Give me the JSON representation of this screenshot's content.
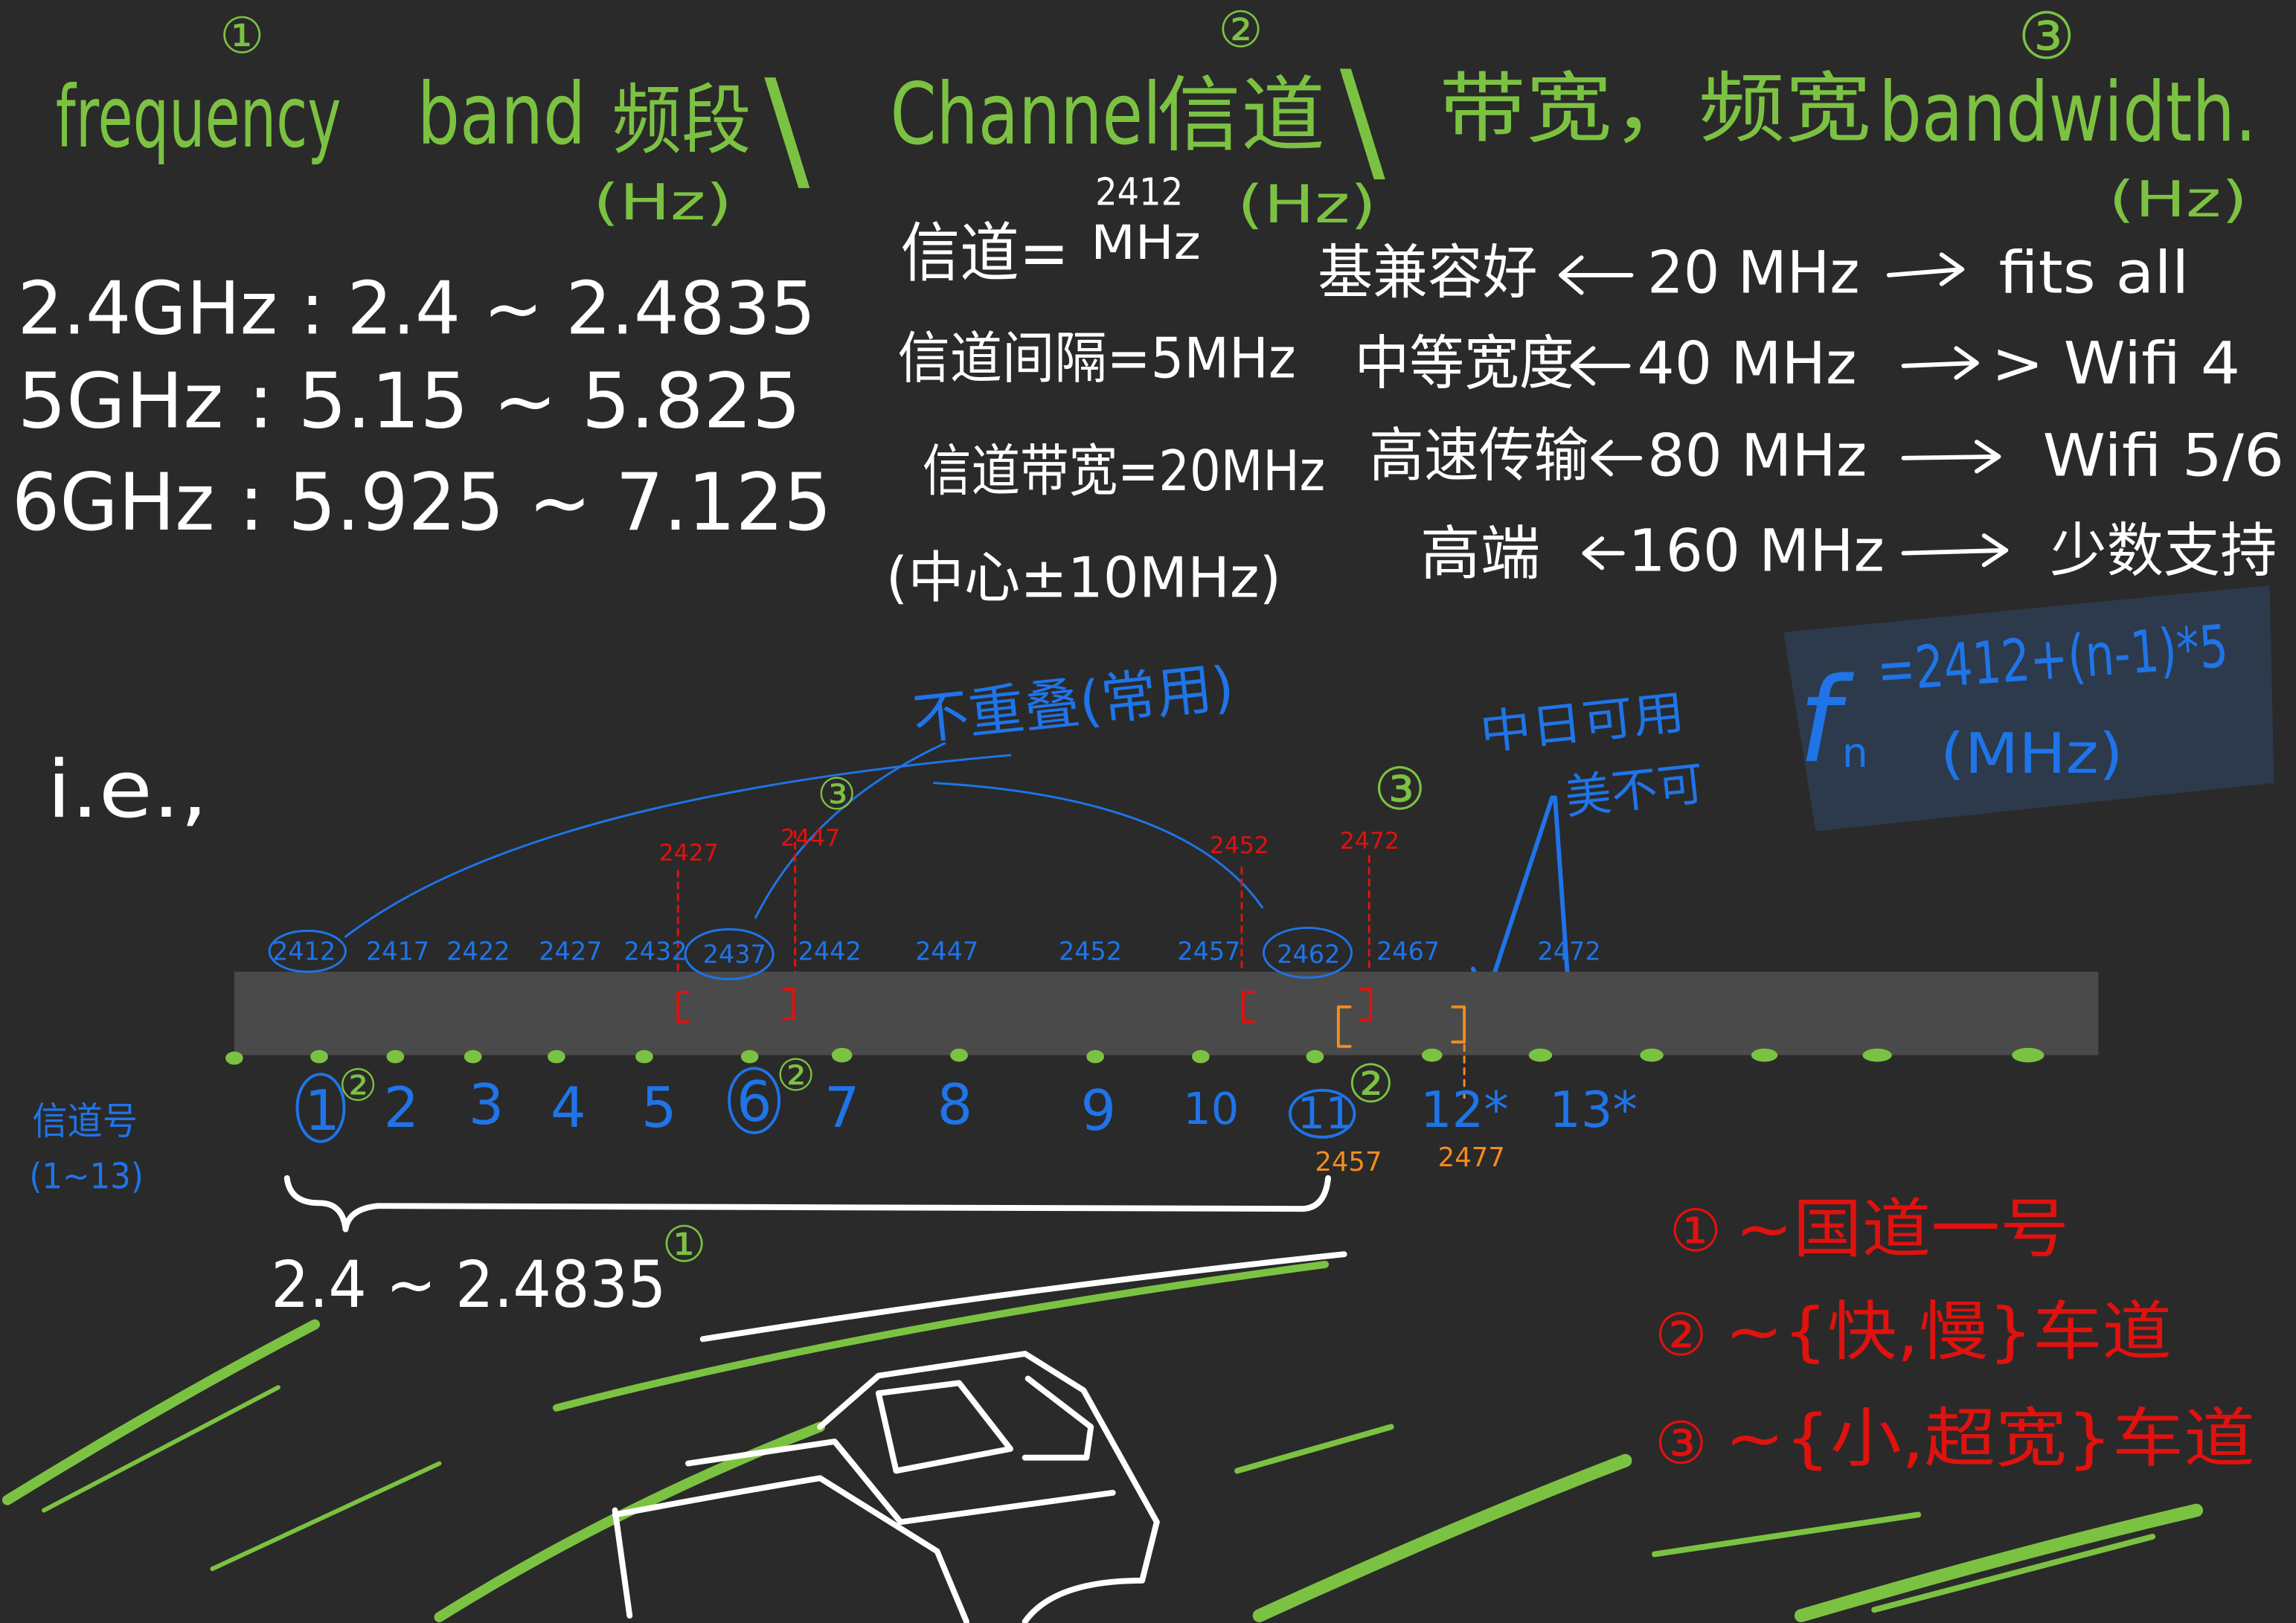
{
  "colors": {
    "background": "#2a2a2a",
    "green": "#7cc242",
    "white": "#ffffff",
    "blue": "#1f74e8",
    "red": "#e0120e",
    "orange": "#f28c1e",
    "band": "#4a4a4a",
    "formula_box": "#2d3a4b"
  },
  "title": {
    "marker_1": "①",
    "frequency": "frequency",
    "band": "band",
    "band_cn": "频段",
    "band_unit": "(Hz)",
    "sep_1": "\\",
    "channel": "Channel",
    "channel_cn": "信道",
    "marker_2": "②",
    "channel_unit": "(Hz)",
    "sep_2": "\\",
    "bandwidth_cn": "带宽，频宽",
    "bandwidth": "bandwidth.",
    "marker_3": "③",
    "bandwidth_unit": "(Hz)"
  },
  "bands": [
    "2.4GHz : 2.4 ~ 2.4835",
    "5GHz : 5.15 ~ 5.825",
    "6GHz : 5.925 ~ 7.125"
  ],
  "channel_notes": {
    "channel_label": "信道=",
    "channel_value": "2412",
    "channel_unit": "MHz",
    "spacing": "信道间隔=5MHz",
    "width": "信道带宽=20MHz",
    "center": "(中心±10MHz)"
  },
  "bandwidth_rows": [
    {
      "desc": "基兼容好",
      "width": "20 MHz",
      "use": "fits all"
    },
    {
      "desc": "中等宽度",
      "width": "40 MHz",
      "use": "> Wifi 4"
    },
    {
      "desc": "高速传输",
      "width": "80 MHz",
      "use": "Wifi 5/6"
    },
    {
      "desc": "高端",
      "width": "160 MHz",
      "use": "少数支持"
    }
  ],
  "formula": {
    "f": "f",
    "sub": "n",
    "expr": "=2412+(n-1)*5",
    "unit": "(MHz)"
  },
  "ie": "i.e.,",
  "annotations": {
    "non_overlap": "不重叠(常用)",
    "cn_jp": "中日可用",
    "us": "美不可",
    "marker_1": "①",
    "marker_2": "②",
    "marker_3": "③"
  },
  "boundaries": [
    "2427",
    "2447",
    "2452",
    "2472"
  ],
  "frequencies": [
    "2412",
    "2417",
    "2422",
    "2427",
    "2432",
    "2437",
    "2442",
    "2447",
    "2452",
    "2457",
    "2462",
    "2467",
    "2472"
  ],
  "channels": [
    "1",
    "2",
    "3",
    "4",
    "5",
    "6",
    "7",
    "8",
    "9",
    "10",
    "11",
    "12*",
    "13*"
  ],
  "orange_freqs": [
    "2457",
    "2477"
  ],
  "channel_axis": {
    "label": "信道号",
    "range": "(1~13)"
  },
  "band_span": {
    "text": "2.4 ~ 2.4835",
    "marker": "①"
  },
  "legend": [
    {
      "marker": "①",
      "text": "~国道一号"
    },
    {
      "marker": "②",
      "text": "~{快,慢}车道"
    },
    {
      "marker": "③",
      "text": "~{小,超宽}车道"
    }
  ]
}
